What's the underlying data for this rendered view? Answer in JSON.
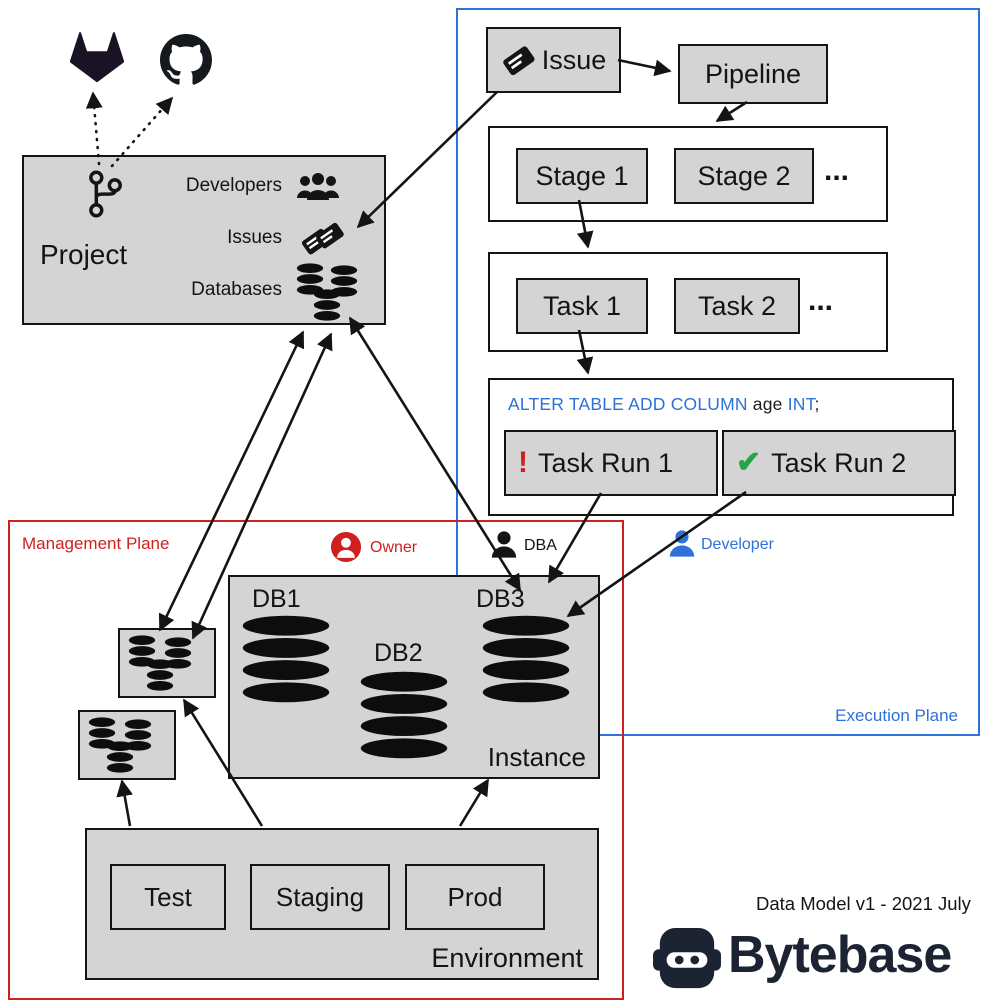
{
  "caption": "Data Model v1 - 2021 July",
  "brand": {
    "name": "Bytebase",
    "color": "#1c2433"
  },
  "planes": {
    "execution": {
      "label": "Execution Plane",
      "color": "#2e71d8"
    },
    "management": {
      "label": "Management Plane",
      "color": "#cf2020"
    }
  },
  "execution": {
    "issue": "Issue",
    "pipeline": "Pipeline",
    "stages": {
      "first": "Stage 1",
      "second": "Stage 2",
      "more": "..."
    },
    "tasks": {
      "first": "Task 1",
      "second": "Task 2",
      "more": "..."
    },
    "sql": {
      "kw1": "ALTER TABLE ADD COLUMN",
      "arg": " age ",
      "kw2": "INT",
      "end": ";"
    },
    "task_runs": [
      {
        "label": "Task Run 1",
        "icon": "exclamation-icon",
        "glyph": "!",
        "color": "#d01f1f"
      },
      {
        "label": "Task Run 2",
        "icon": "check-icon",
        "glyph": "✔",
        "color": "#27a348"
      }
    ]
  },
  "project": {
    "title": "Project",
    "rows": {
      "developers": "Developers",
      "issues": "Issues",
      "databases": "Databases"
    }
  },
  "roles": [
    {
      "label": "Owner",
      "color": "#d01f1f"
    },
    {
      "label": "DBA",
      "color": "#141414"
    },
    {
      "label": "Developer",
      "color": "#2e71d8"
    }
  ],
  "instance": {
    "label": "Instance",
    "db1": "DB1",
    "db2": "DB2",
    "db3": "DB3"
  },
  "environment": {
    "label": "Environment",
    "test": "Test",
    "staging": "Staging",
    "prod": "Prod"
  },
  "icons": {
    "gitlab": "gitlab-logo-icon",
    "github": "github-logo-icon",
    "git_branch": "git-branch-icon",
    "developers": "people-icon",
    "issues": "issue-note-icon",
    "databases": "database-stack-icon",
    "owner": "owner-person-icon",
    "dba": "dba-person-icon",
    "developer": "developer-person-icon",
    "task_run_failed": "exclamation-icon",
    "task_run_success": "check-icon",
    "bytebase": "bytebase-logo-icon"
  }
}
